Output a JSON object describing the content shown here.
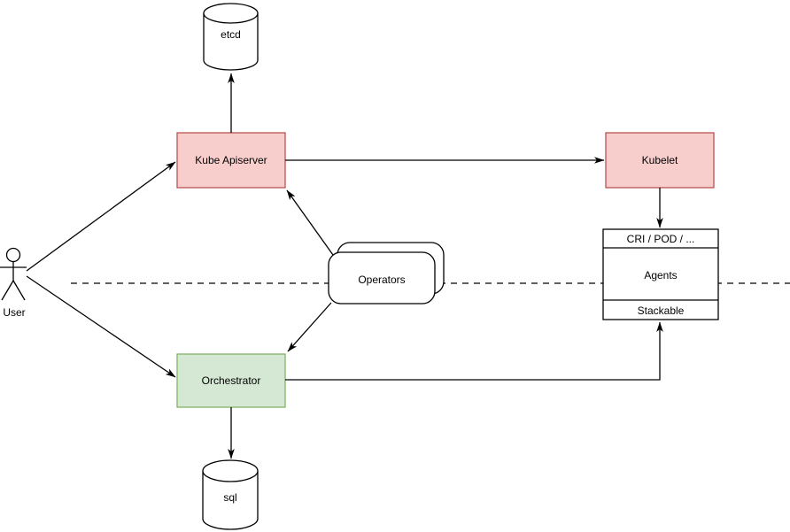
{
  "diagram": {
    "type": "architecture-flow-diagram",
    "background": "#ffffff",
    "colors": {
      "red_fill": "#f8cecc",
      "red_stroke": "#b85450",
      "green_fill": "#d5e8d4",
      "green_stroke": "#82b366",
      "plain_fill": "#ffffff",
      "stroke": "#000000",
      "text": "#000000"
    },
    "nodes": {
      "etcd": {
        "label": "etcd",
        "shape": "cylinder"
      },
      "kube_apiserver": {
        "label": "Kube Apiserver",
        "shape": "rectangle-red"
      },
      "kubelet": {
        "label": "Kubelet",
        "shape": "rectangle-red"
      },
      "operators": {
        "label": "Operators",
        "shape": "stacked-rounded-rectangle"
      },
      "agents": {
        "header": "CRI / POD / ...",
        "body": "Agents",
        "footer": "Stackable",
        "shape": "partitioned-rectangle"
      },
      "orchestrator": {
        "label": "Orchestrator",
        "shape": "rectangle-green"
      },
      "sql": {
        "label": "sql",
        "shape": "cylinder"
      },
      "user": {
        "label": "User",
        "shape": "actor"
      }
    },
    "edges": [
      {
        "from": "user",
        "to": "kube_apiserver",
        "style": "solid-arrow"
      },
      {
        "from": "user",
        "to": "orchestrator",
        "style": "solid-arrow"
      },
      {
        "from": "kube_apiserver",
        "to": "etcd",
        "style": "solid-arrow"
      },
      {
        "from": "kube_apiserver",
        "to": "kubelet",
        "style": "solid-arrow"
      },
      {
        "from": "operators",
        "to": "kube_apiserver",
        "style": "solid-arrow"
      },
      {
        "from": "operators",
        "to": "orchestrator",
        "style": "solid-arrow"
      },
      {
        "from": "kubelet",
        "to": "agents",
        "style": "solid-arrow"
      },
      {
        "from": "orchestrator",
        "to": "agents",
        "style": "solid-arrow-orthogonal"
      },
      {
        "from": "orchestrator",
        "to": "sql",
        "style": "solid-arrow"
      },
      {
        "name": "boundary-separator",
        "style": "dashed-line",
        "from": "",
        "to": ""
      }
    ]
  }
}
